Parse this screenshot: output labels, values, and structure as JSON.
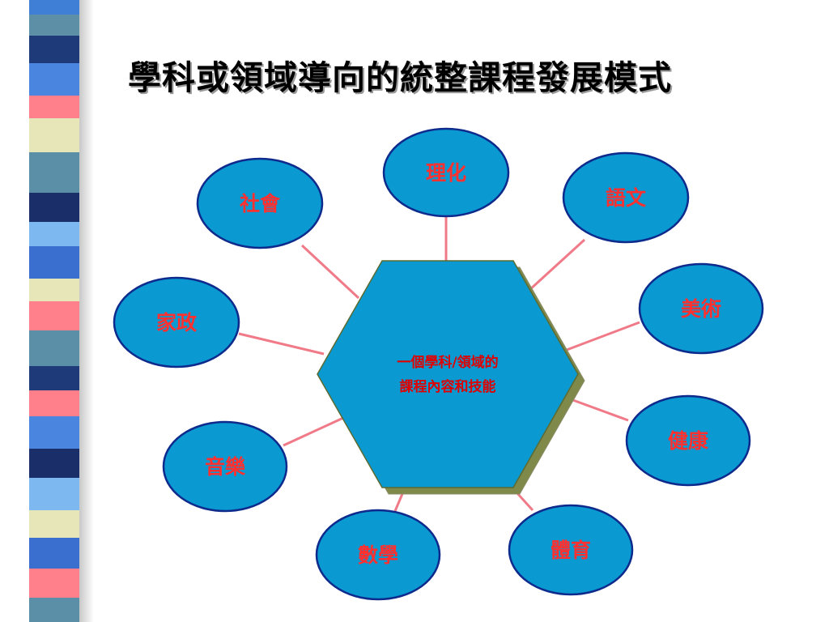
{
  "title": "學科或領域導向的統整課程發展模式",
  "hub": {
    "line1": "一個學科/領域的",
    "line2": "課程內容和技能"
  },
  "nodes": [
    "理化",
    "語文",
    "美術",
    "健康",
    "體育",
    "數學",
    "音樂",
    "家政",
    "社會"
  ],
  "colors": {
    "node_fill": "#0a99d0",
    "node_stroke": "#0d2a8c",
    "node_text": "#ff3030",
    "hub_fill": "#0a99d0",
    "hub_shadow": "#7f8a4a",
    "hub_text": "#e00000",
    "connector": "#f07a88",
    "title_text": "#000000"
  },
  "stripe_colors": [
    "#4a8fd8",
    "#1f3f80",
    "#5b8fa8",
    "#ff7f8a",
    "#e8e8b8",
    "#1a2f6a",
    "#7db8f0",
    "#3a6fd0"
  ]
}
